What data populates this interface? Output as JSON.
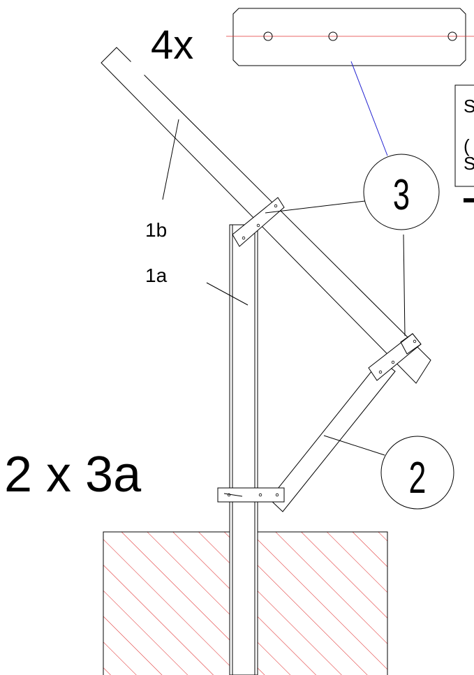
{
  "colors": {
    "line": "#000000",
    "hatch": "#e03030",
    "centerline": "#e03030",
    "leader_blue": "#2020d0",
    "background": "#ffffff"
  },
  "labels": {
    "qty_plate": "4x",
    "qty_clamp": "2 x 3a",
    "part_1a": "1a",
    "part_1b": "1b",
    "note_line_1": "S",
    "note_line_2": "(",
    "note_line_3": "S"
  },
  "balloons": {
    "b3": "3",
    "b2": "2"
  }
}
